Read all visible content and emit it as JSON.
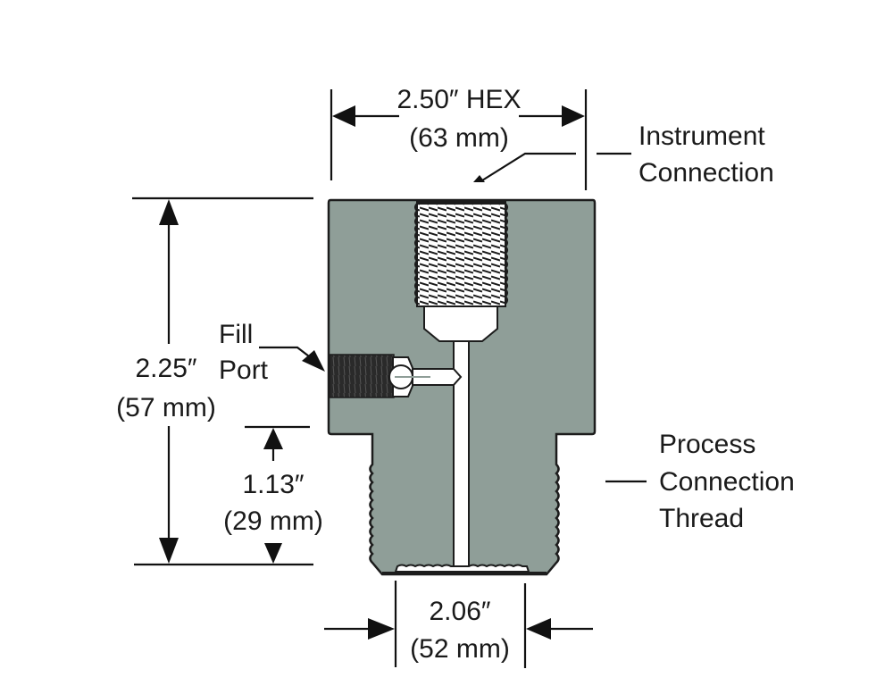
{
  "diagram": {
    "body_color": "#8f9e98",
    "outline_color": "#1c1c1c",
    "dimensions": {
      "hex_width": {
        "value": "2.50″ HEX",
        "metric": "(63 mm)"
      },
      "overall_height": {
        "value": "2.25″",
        "metric": "(57 mm)"
      },
      "thread_length": {
        "value": "1.13″",
        "metric": "(29 mm)"
      },
      "thread_diameter": {
        "value": "2.06″",
        "metric": "(52 mm)"
      }
    },
    "callouts": {
      "instrument_connection": {
        "line1": "Instrument",
        "line2": "Connection"
      },
      "fill_port": {
        "line1": "Fill",
        "line2": "Port"
      },
      "process_connection": {
        "line1": "Process",
        "line2": "Connection",
        "line3": "Thread"
      }
    }
  }
}
